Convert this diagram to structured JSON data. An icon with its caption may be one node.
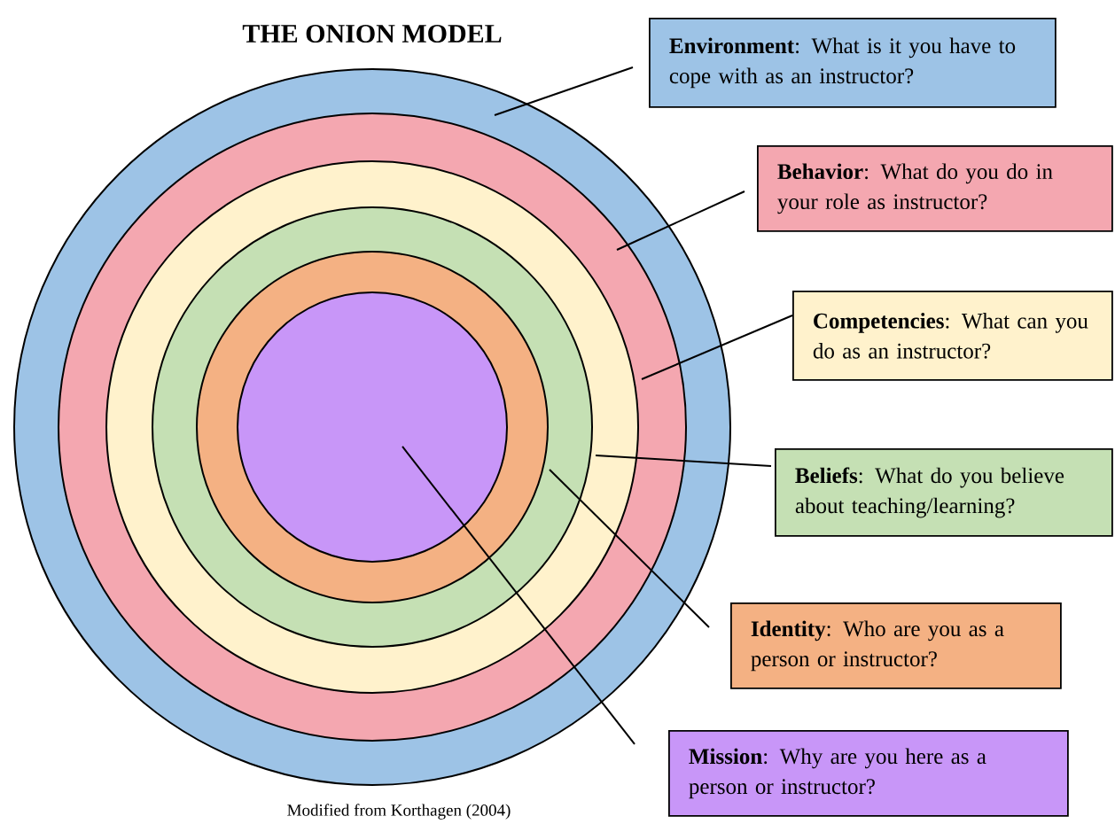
{
  "diagram": {
    "title": "THE ONION MODEL",
    "caption": "Modified from Korthagen (2004)",
    "nodes": [
      {
        "text": [],
        "shape": "circle"
      },
      {
        "text": [],
        "shape": "circle",
        "in": 0
      },
      {
        "text": [],
        "shape": "circle",
        "in": 1
      },
      {
        "text": [],
        "shape": "circle",
        "in": 2
      },
      {
        "text": [],
        "shape": "circle",
        "in": 3
      },
      {
        "text": [],
        "shape": "circle",
        "in": 4
      },
      {
        "text": [
          "**Environment**: What is it you have to cope with as an instructor?"
        ]
      },
      {
        "text": [
          "**Behavior**: What do you do in your role as instructor?"
        ]
      },
      {
        "text": [
          "**Competencies**: What can you do as an instructor?"
        ]
      },
      {
        "text": [
          "**Beliefs**: What do you believe about teaching/learning?"
        ]
      },
      {
        "text": [
          "**Identity**: Who are you as a person or instructor?"
        ]
      },
      {
        "text": [
          "**Mission**: Why are you here as a person or instructor?"
        ]
      }
    ],
    "edges": [
      {
        "from": 6,
        "to": 0,
        "arrow": "none"
      },
      {
        "from": 7,
        "to": 1,
        "arrow": "none"
      },
      {
        "from": 8,
        "to": 2,
        "arrow": "none"
      },
      {
        "from": 9,
        "to": 3,
        "arrow": "none"
      },
      {
        "from": 10,
        "to": 4,
        "arrow": "none"
      },
      {
        "from": 11,
        "to": 5,
        "arrow": "none"
      }
    ]
  }
}
